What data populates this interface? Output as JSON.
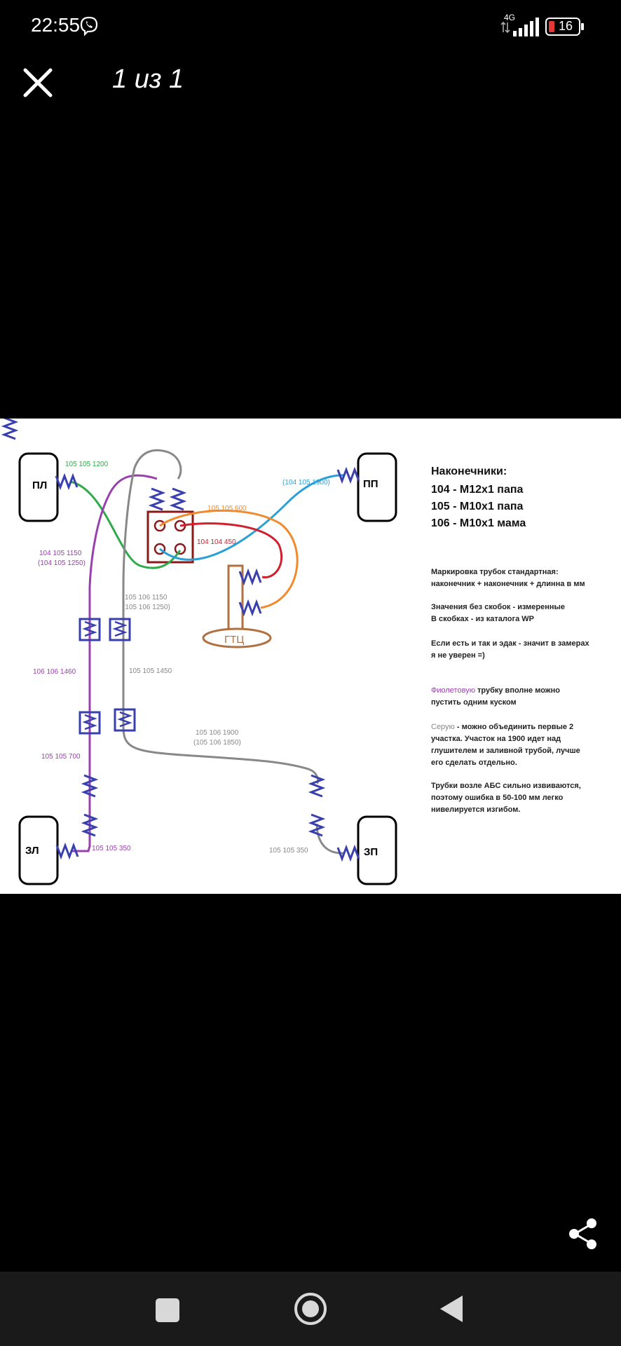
{
  "status_bar": {
    "time": "22:55",
    "network": "4G",
    "battery": "16"
  },
  "viewer": {
    "counter": "1 из 1"
  },
  "diagram": {
    "wheels": {
      "fl": "ПЛ",
      "fr": "ПП",
      "rl": "ЗЛ",
      "rr": "ЗП"
    },
    "gtc_label": "ГТЦ",
    "pipes": {
      "green": "105 105 1200",
      "blue": "(104 105 1900)",
      "orange": "105 105 600",
      "red": "104 104 450",
      "purple_a": "104 105 1150",
      "purple_a_cat": "(104 105 1250)",
      "gray_a": "105 106 1150",
      "gray_a_cat": "(105 106 1250)",
      "purple_b": "106 106 1460",
      "gray_b": "105 105 1450",
      "gray_c": "105 106 1900",
      "gray_c_cat": "(105 106 1850)",
      "purple_c": "105 105 700",
      "rl_pipe": "105 105 350",
      "rr_pipe": "105 105 350"
    },
    "legend": {
      "title": "Наконечники:",
      "items": [
        "104 - М12х1 папа",
        "105 - М10х1 папа",
        "106 - М10х1 мама"
      ]
    },
    "notes": {
      "n1a": "Маркировка трубок стандартная:",
      "n1b": "наконечник + наконечник + длинна в мм",
      "n2a": "Значения без скобок - измеренные",
      "n2b": "В скобках - из каталога WP",
      "n3a": "Если есть и так и эдак - значит в замерах",
      "n3b": "я не уверен =)",
      "n4a_hl": "Фиолетовую",
      "n4a_rest": " трубку вполне можно",
      "n4b": "пустить одним куском",
      "n5a_hl": "Серую",
      "n5a_rest": " - можно объединить первые 2",
      "n5b": "участка. Участок на 1900 идет над",
      "n5c": "глушителем и заливной трубой, лучше",
      "n5d": "его сделать отдельно.",
      "n6a": "Трубки возле АБС сильно извиваются,",
      "n6b": "поэтому ошибка в 50-100 мм легко",
      "n6c": "нивелируется изгибом."
    }
  },
  "colors": {
    "green": "#2eaa4a",
    "blue": "#2a9fd6",
    "orange": "#f08a2c",
    "red": "#d0202e",
    "purple": "#9a3fae",
    "gray": "#888888",
    "spring": "#3a3fae",
    "brown": "#b07040",
    "block": "#8a1a1a"
  },
  "icons": {
    "close": "close-icon",
    "share": "share-icon",
    "viber": "viber-icon"
  }
}
